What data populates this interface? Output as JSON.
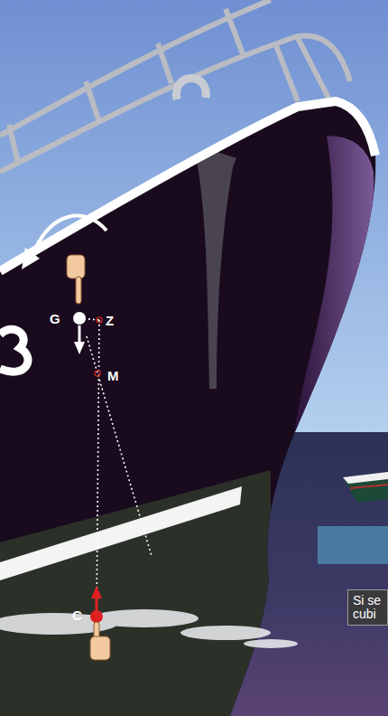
{
  "diagram": {
    "nodes": [
      {
        "text": [
          "Si se cubi"
        ]
      }
    ],
    "labels": [
      "G",
      "Z",
      "M",
      "C"
    ]
  }
}
